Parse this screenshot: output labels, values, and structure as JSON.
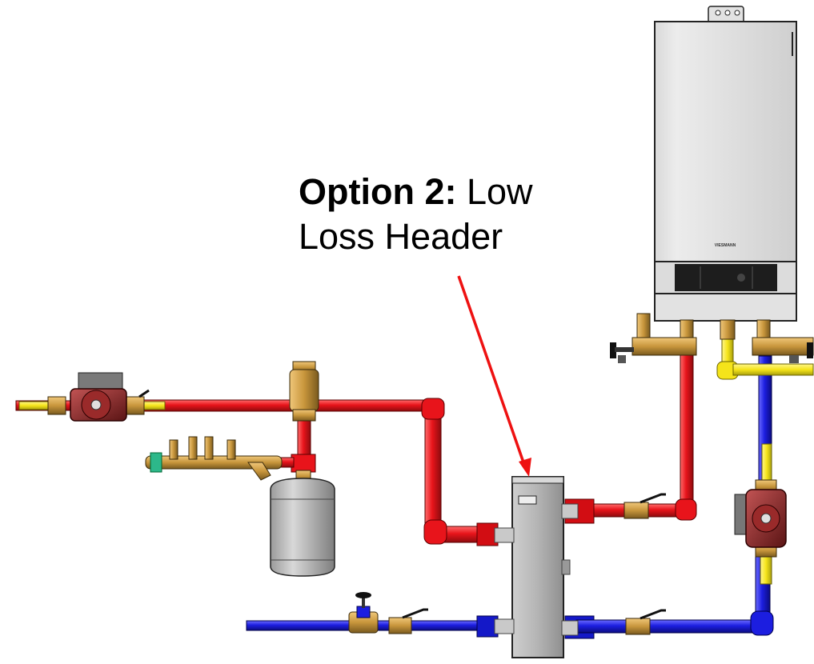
{
  "callout": {
    "bold": "Option 2:",
    "normal_line1": " Low",
    "line2": "Loss Header"
  },
  "boiler": {
    "brand_badge": "VIESMANN"
  },
  "colors": {
    "supply_pipe": "#e8141b",
    "return_pipe": "#1c1ee0",
    "gas_pipe": "#f5e41a",
    "brass": "#c8963c",
    "arrow": "#ee1111",
    "boiler_body": "#e6e6e6",
    "header_body": "#b9b9b9"
  }
}
